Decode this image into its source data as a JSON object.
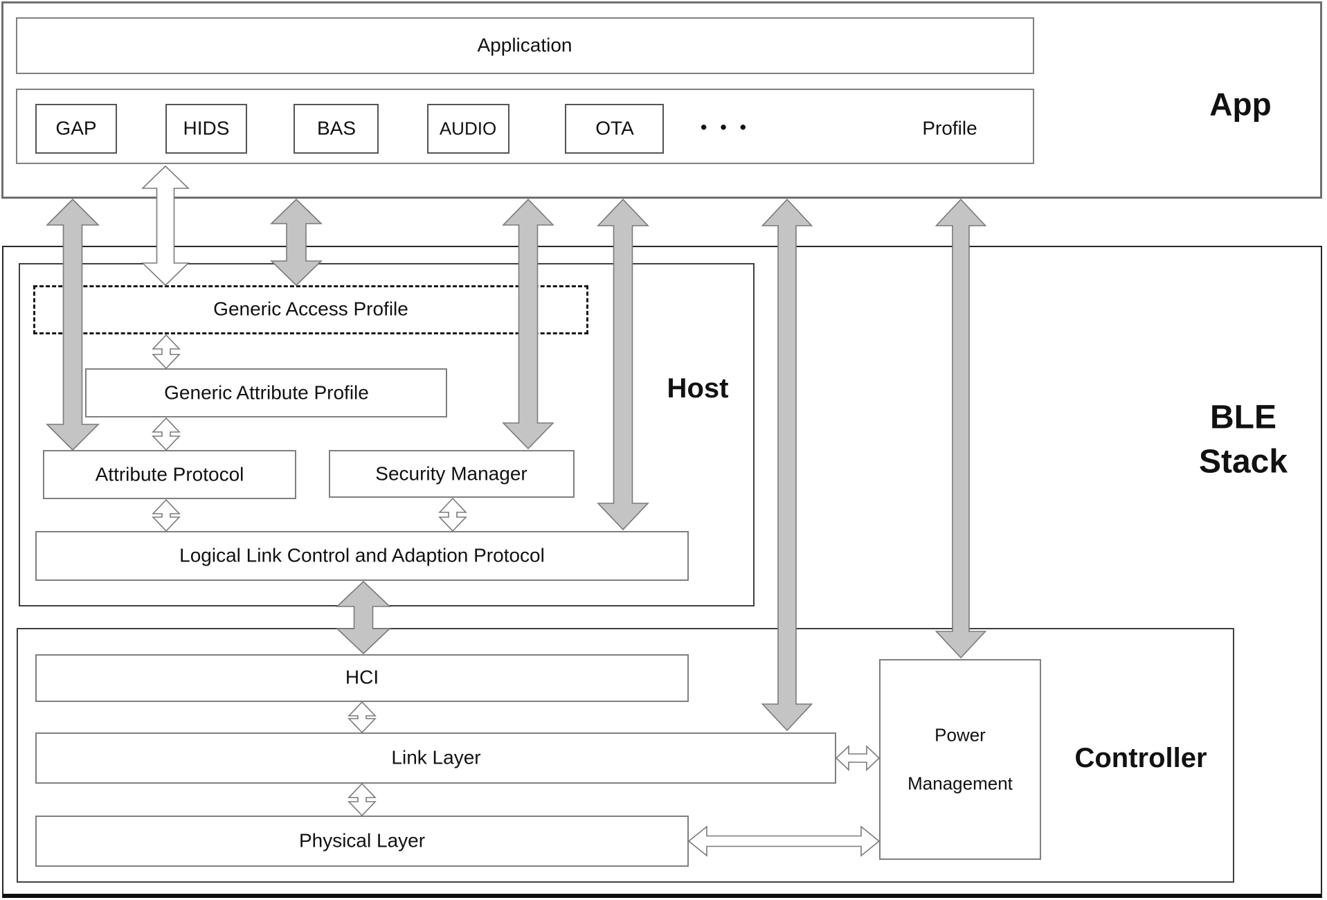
{
  "app_section": {
    "label": "App",
    "application_label": "Application",
    "profiles": [
      "GAP",
      "HIDS",
      "BAS",
      "AUDIO",
      "OTA"
    ],
    "dots": "• • •",
    "profile_label": "Profile"
  },
  "ble_stack": {
    "label_line1": "BLE",
    "label_line2": "Stack",
    "host": {
      "label": "Host",
      "generic_access_profile": "Generic Access Profile",
      "generic_attribute_profile": "Generic Attribute Profile",
      "attribute_protocol": "Attribute Protocol",
      "security_manager": "Security Manager",
      "l2cap": "Logical Link Control and Adaption Protocol"
    },
    "controller": {
      "label": "Controller",
      "hci": "HCI",
      "link_layer": "Link Layer",
      "physical_layer": "Physical Layer",
      "power_management": [
        "Power",
        "Management"
      ]
    }
  },
  "colors": {
    "arrow_fill": "#c4c4c4",
    "arrow_outline": "#7a7a7a",
    "box_border": "#7f7f7f",
    "outer_border": "#262626"
  }
}
